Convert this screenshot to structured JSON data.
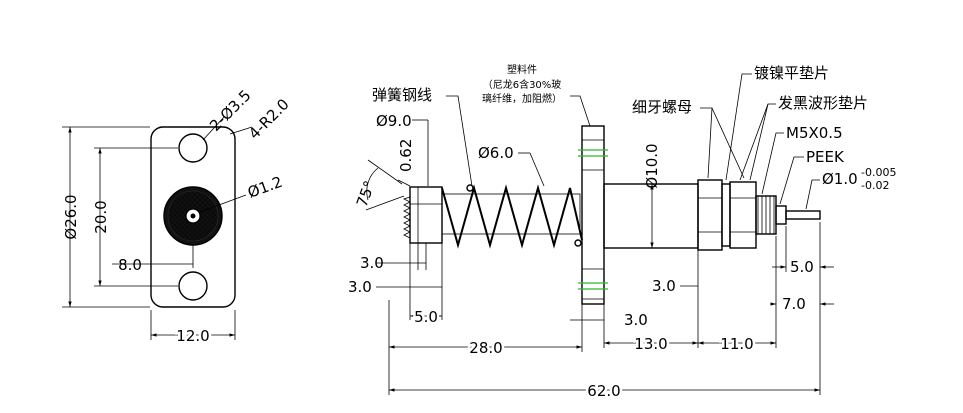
{
  "colors": {
    "line": "#000000",
    "centerline": "#2fb82f",
    "background": "#ffffff"
  },
  "front_view": {
    "dim_hole_dia": "2-Ø3.5",
    "dim_radius": "4-R2.0",
    "dim_height_total": "Ø26.0",
    "dim_hole_spacing": "20.0",
    "dim_center_offset": "8.0",
    "dim_width": "12.0",
    "dim_pin_dia": "Ø1.2"
  },
  "side_view": {
    "label_spring": "弹簧钢线",
    "label_plastic": "塑料件",
    "label_plastic_note1": "（尼龙6含30%玻",
    "label_plastic_note2": "璃纤维，加阻燃）",
    "label_nickel_washer": "镀镍平垫片",
    "label_fine_nut": "细牙螺母",
    "label_black_wave_washer": "发黑波形垫片",
    "label_thread": "M5X0.5",
    "label_peek": "PEEK",
    "dim_tip_dia": "Ø1.0",
    "dim_tip_tol_upper": "-0.005",
    "dim_tip_tol_lower": "-0.02",
    "dim_spring_outer": "Ø9.0",
    "dim_wire": "0.62",
    "dim_angle": "75°",
    "dim_coil": "Ø6.0",
    "dim_flange_dia": "Ø10.0",
    "dim_head_a": "3.0",
    "dim_head_b": "3.0",
    "dim_head_c": "5.0",
    "dim_flange_th": "3.0",
    "dim_body_step": "3.0",
    "dim_len_28": "28.0",
    "dim_len_13": "13.0",
    "dim_len_11": "11.0",
    "dim_tip_5": "5.0",
    "dim_tip_7": "7.0",
    "dim_total": "62.0"
  }
}
